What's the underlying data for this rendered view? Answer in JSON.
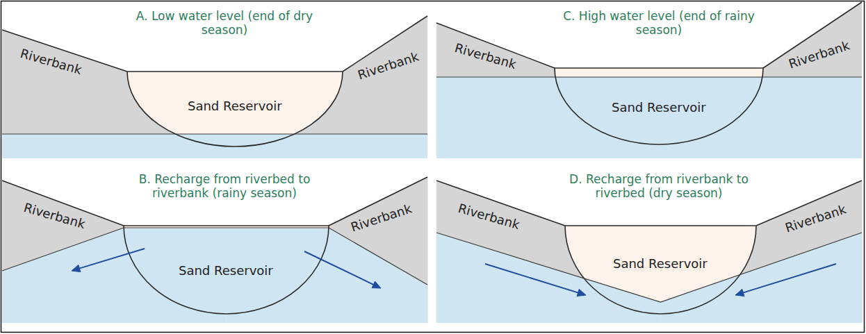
{
  "diagram": {
    "nodes": [
      {
        "text": [
          "Riverbank"
        ]
      },
      {
        "text": [
          "Sand Reservoir"
        ]
      },
      {
        "text": [
          "Riverbank"
        ]
      },
      {
        "text": [
          "Riverbank"
        ]
      },
      {
        "text": [
          "Sand Reservoir"
        ]
      },
      {
        "text": [
          "Riverbank"
        ]
      },
      {
        "text": [
          "Riverbank"
        ]
      },
      {
        "text": [
          "Sand Reservoir"
        ]
      },
      {
        "text": [
          "Riverbank"
        ]
      },
      {
        "text": [
          "Riverbank"
        ]
      },
      {
        "text": [
          "Sand Reservoir"
        ]
      },
      {
        "text": [
          "Riverbank"
        ]
      }
    ],
    "labels": [
      "A. Low water level (end of dry season)",
      "C. High water level (end of rainy season)",
      "B. Recharge from riverbed to riverbank (rainy season)",
      "D. Recharge from riverbank to riverbed (dry season)"
    ]
  }
}
